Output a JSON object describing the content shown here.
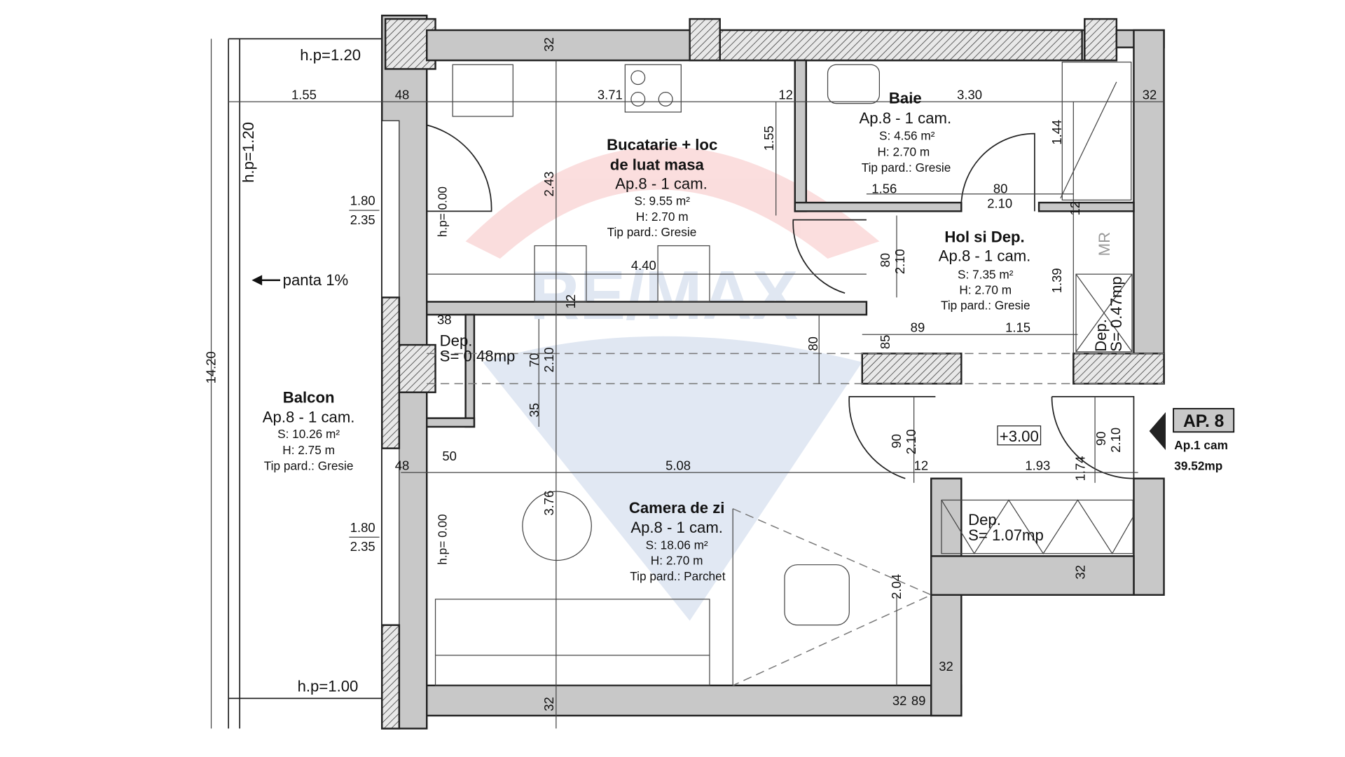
{
  "rooms": {
    "kitchen": {
      "name1": "Bucatarie + loc",
      "name2": "de luat masa",
      "ap": "Ap.8 - 1 cam.",
      "s": "S: 9.55 m²",
      "h": "H: 2.70 m",
      "floor": "Tip pard.: Gresie"
    },
    "bath": {
      "name": "Baie",
      "ap": "Ap.8 - 1 cam.",
      "s": "S: 4.56 m²",
      "h": "H: 2.70 m",
      "floor": "Tip pard.: Gresie"
    },
    "hall": {
      "name": "Hol si Dep.",
      "ap": "Ap.8 - 1 cam.",
      "s": "S: 7.35 m²",
      "h": "H: 2.70 m",
      "floor": "Tip pard.: Gresie"
    },
    "balcony": {
      "name": "Balcon",
      "ap": "Ap.8 - 1 cam.",
      "s": "S: 10.26 m²",
      "h": "H: 2.75 m",
      "floor": "Tip pard.: Gresie"
    },
    "living": {
      "name": "Camera de zi",
      "ap": "Ap.8 - 1 cam.",
      "s": "S: 18.06 m²",
      "h": "H: 2.70 m",
      "floor": "Tip pard.: Parchet"
    },
    "dep1": {
      "name": "Dep.",
      "s": "S= 0.48mp"
    },
    "dep2": {
      "name": "Dep.",
      "s": "S= 1.07mp"
    },
    "dep3": {
      "name": "Dep.",
      "s": "S= 0.47mp"
    }
  },
  "apartment": {
    "label": "AP. 8",
    "type": "Ap.1 cam",
    "area": "39.52mp"
  },
  "labels": {
    "hp120a": "h.p=1.20",
    "hp120b": "h.p=1.20",
    "hp100": "h.p=1.00",
    "hp000a": "h.p= 0.00",
    "hp000b": "h.p= 0.00",
    "slope": "panta 1%",
    "level": "+3.00",
    "mr": "MR"
  },
  "dims": {
    "d155": "1.55",
    "d48a": "48",
    "d371": "3.71",
    "d12a": "12",
    "d330": "3.30",
    "d32a": "32",
    "d32top": "32",
    "d155v": "1.55",
    "d144": "1.44",
    "d243": "2.43",
    "d156": "1.56",
    "d80a": "80",
    "d210a": "2.10",
    "d180a": "1.80",
    "d235a": "2.35",
    "d440": "4.40",
    "d80b": "80",
    "d210b": "2.10",
    "d139": "1.39",
    "d12b": "12",
    "d38": "38",
    "d12c": "12",
    "d89a": "89",
    "d115": "1.15",
    "d85": "85",
    "d80c": "80",
    "d70": "70",
    "d210c": "2.10",
    "d35": "35",
    "d1420": "14.20",
    "d50": "50",
    "d48b": "48",
    "d508": "5.08",
    "d90a": "90",
    "d210d": "2.10",
    "d12d": "12",
    "d193": "1.93",
    "d174": "1.74",
    "d90b": "90",
    "d210e": "2.10",
    "d180b": "1.80",
    "d235b": "2.35",
    "d376": "3.76",
    "d204": "2.04",
    "d32b": "32",
    "d32c": "32",
    "d32d": "32",
    "d32e": "32",
    "d89b": "89"
  },
  "watermark": "RE/MAX"
}
